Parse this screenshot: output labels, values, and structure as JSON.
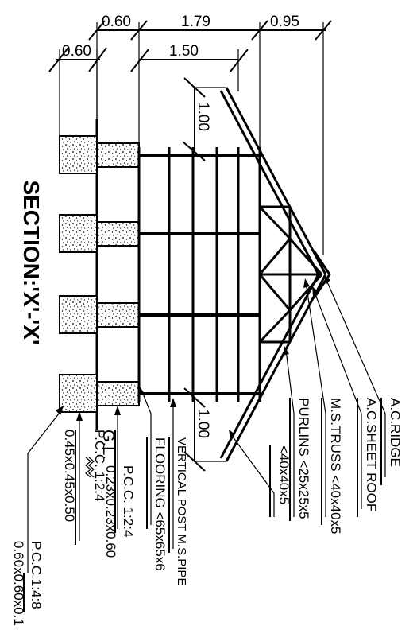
{
  "title": "SECTION:'X'-'X'",
  "dimensions": {
    "top_left": "0.60",
    "top_mid": "1.79",
    "top_right": "0.95",
    "second_left": "0.60",
    "second_mid": "1.50",
    "rail_upper": "1.00",
    "rail_lower": "1.00"
  },
  "labels": {
    "ac_ridge": "A.C.RIDGE",
    "ac_sheet_roof": "A.C.SHEET  ROOF",
    "ms_truss": "M.S.TRUSS  <40x40x5",
    "purlins": "PURLINS  <25x25x5",
    "angle": "<40x40x5",
    "vertical_post": "VERTICAL  POST  M.S.PIPE",
    "flooring": "FLOORING  <65x65x6",
    "pcc_124_a": "P.C.C.  1:2:4",
    "pcc_124_a_size": "0.23x0.23x0.60",
    "gl": "G.L.",
    "pcc_124_b": "P.C.C.  1:2:4",
    "pcc_124_b_size": "0.45x0.45x0.50",
    "pcc_148": "P.C.C.1:4:8",
    "pcc_148_size": "0.60x0.60x0.10"
  }
}
